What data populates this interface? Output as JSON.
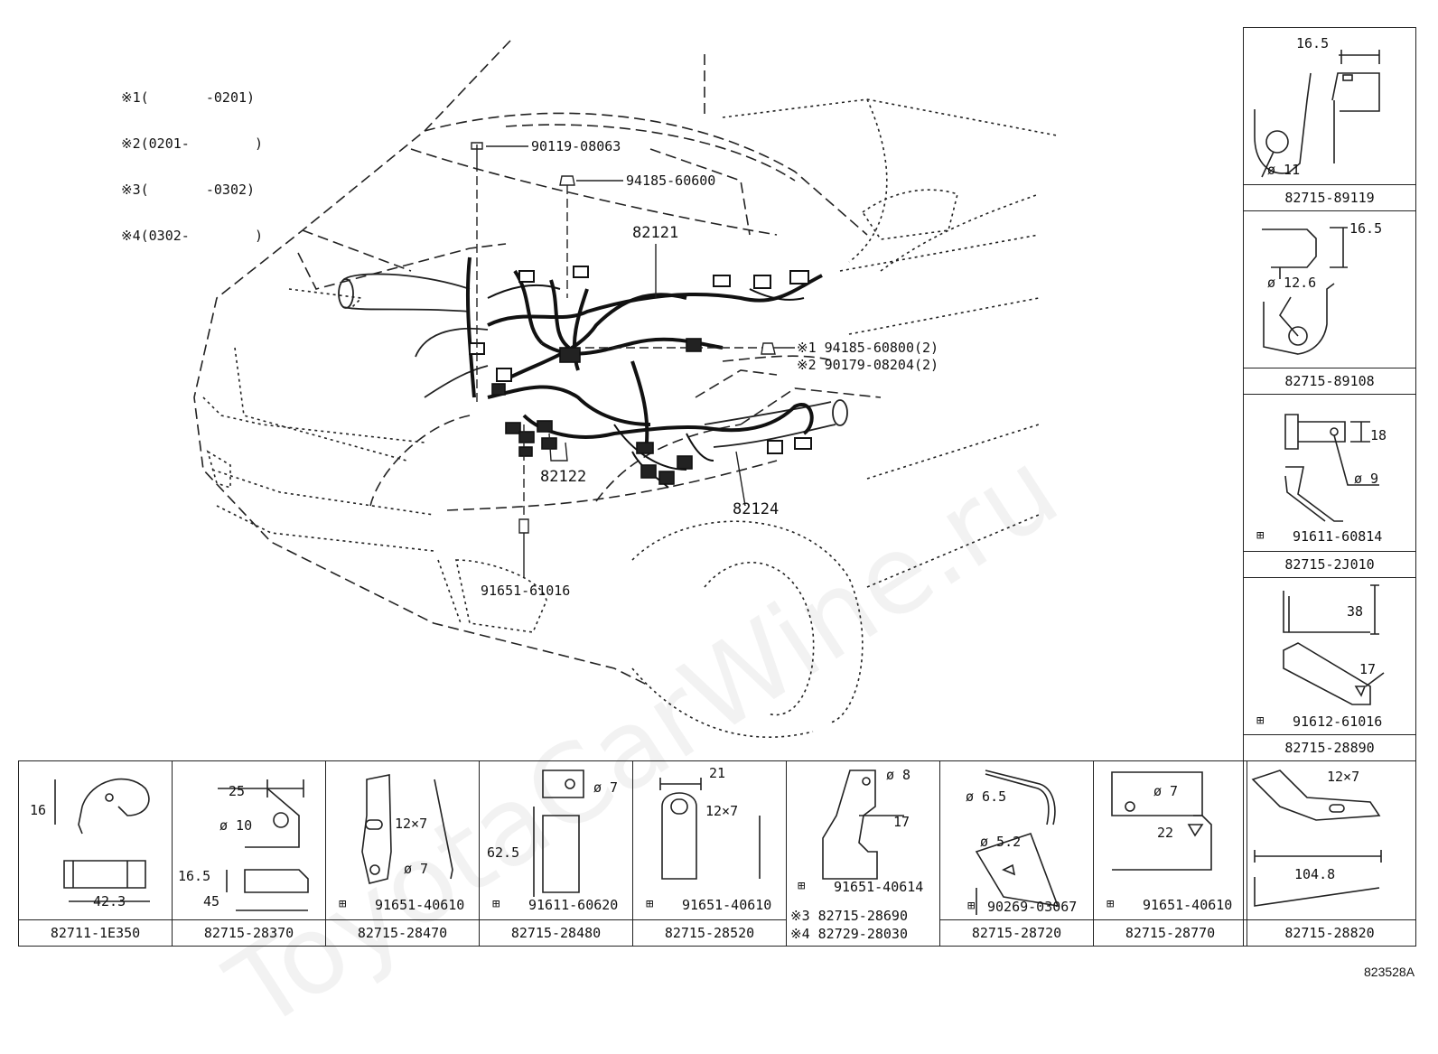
{
  "legend": [
    {
      "mark": "※1",
      "range": "(       -0201)"
    },
    {
      "mark": "※2",
      "range": "(0201-        )"
    },
    {
      "mark": "※3",
      "range": "(       -0302)"
    },
    {
      "mark": "※4",
      "range": "(0302-        )"
    }
  ],
  "callouts": {
    "bolt_top": "90119-08063",
    "nut_top": "94185-60600",
    "harness_main": "82121",
    "nut_right_1": "※1 94185-60800(2)",
    "nut_right_2": "※2 90179-08204(2)",
    "harness_front": "82122",
    "harness_right": "82124",
    "bolt_bottom": "91651-61016"
  },
  "right_panels": [
    {
      "part": "82715-89119",
      "dims": [
        "16.5",
        "ø 11"
      ]
    },
    {
      "part": "82715-89108",
      "dims": [
        "16.5",
        "ø 12.6"
      ]
    },
    {
      "part": "82715-2J010",
      "dims": [
        "18",
        "ø 9"
      ],
      "bolt": "91611-60814"
    },
    {
      "part": "82715-28890",
      "dims": [
        "38",
        "17"
      ],
      "bolt": "91612-61016"
    }
  ],
  "bottom_panels": [
    {
      "part": "82711-1E350",
      "dims": [
        "16",
        "42.3"
      ]
    },
    {
      "part": "82715-28370",
      "dims": [
        "25",
        "ø 10",
        "16.5",
        "45"
      ]
    },
    {
      "part": "82715-28470",
      "dims": [
        "12×7",
        "ø 7"
      ],
      "bolt": "91651-40610"
    },
    {
      "part": "82715-28480",
      "dims": [
        "ø 7",
        "62.5"
      ],
      "bolt": "91611-60620"
    },
    {
      "part": "82715-28520",
      "dims": [
        "21",
        "12×7"
      ],
      "bolt": "91651-40610"
    },
    {
      "part": "※3 82715-28690",
      "part2": "※4 82729-28030",
      "dims": [
        "ø 8",
        "17"
      ],
      "bolt": "91651-40614"
    },
    {
      "part": "82715-28720",
      "dims": [
        "ø 6.5",
        "ø 5.2"
      ],
      "bolt": "90269-03067"
    },
    {
      "part": "82715-28770",
      "dims": [
        "ø 7",
        "22"
      ],
      "bolt": "91651-40610"
    },
    {
      "part": "82715-28820",
      "dims": [
        "12×7",
        "104.8"
      ]
    }
  ],
  "diagram_id": "823528A",
  "watermark": "ToyotaCarWine.ru"
}
